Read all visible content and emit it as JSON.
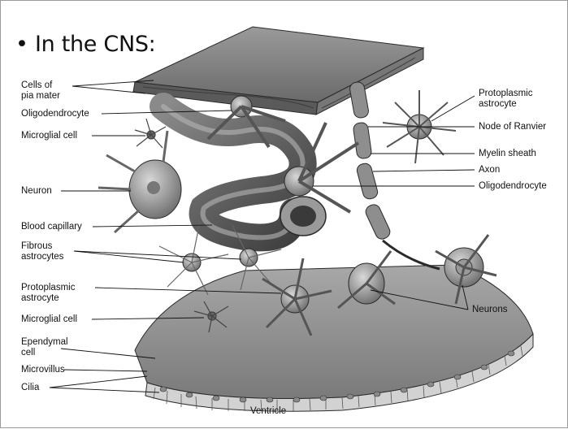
{
  "slide": {
    "bullet": "•",
    "heading": "In the CNS:"
  },
  "labels_left": {
    "pia_mater_1": "Cells of",
    "pia_mater_2": "pia mater",
    "oligodendrocyte": "Oligodendrocyte",
    "microglial_cell_top": "Microglial cell",
    "neuron": "Neuron",
    "blood_capillary": "Blood capillary",
    "fibrous_astro_1": "Fibrous",
    "fibrous_astro_2": "astrocytes",
    "proto_astro_1": "Protoplasmic",
    "proto_astro_2": "astrocyte",
    "microglial_cell_bottom": "Microglial cell",
    "ependymal_1": "Ependymal",
    "ependymal_2": "cell",
    "microvillus": "Microvillus",
    "cilia": "Cilia"
  },
  "labels_right": {
    "proto_astro_1": "Protoplasmic",
    "proto_astro_2": "astrocyte",
    "node_of_ranvier": "Node of Ranvier",
    "myelin_sheath": "Myelin sheath",
    "axon": "Axon",
    "oligodendrocyte": "Oligodendrocyte",
    "neurons": "Neurons"
  },
  "labels_bottom": {
    "ventricle": "Ventricle"
  },
  "colors": {
    "tissue_dark": "#5e5e5e",
    "tissue_mid": "#8c8c8c",
    "tissue_light": "#c4c4c4",
    "outline": "#2a2a2a"
  }
}
